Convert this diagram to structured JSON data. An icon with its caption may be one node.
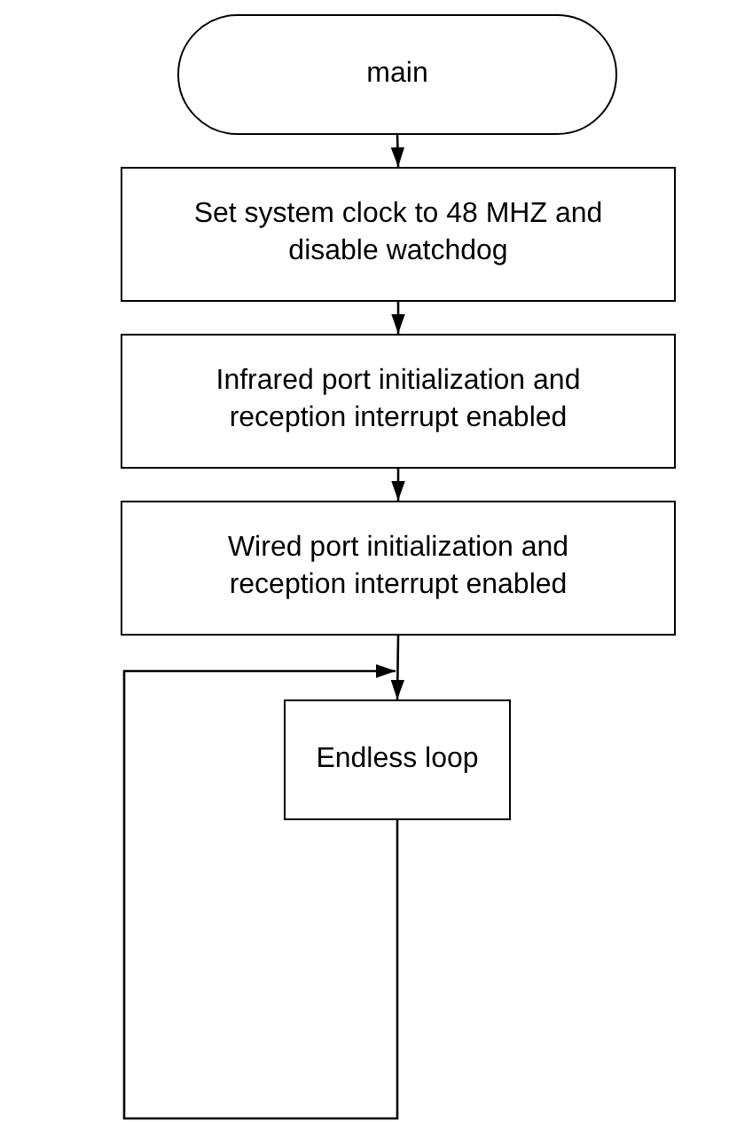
{
  "diagram": {
    "nodes": [
      {
        "text": [
          "main"
        ]
      },
      {
        "text": [
          "Set system clock to 48 MHZ and disable watchdog"
        ]
      },
      {
        "text": [
          "Infrared port initialization and reception interrupt enabled"
        ]
      },
      {
        "text": [
          "Wired port initialization and reception interrupt enabled"
        ]
      },
      {
        "text": [
          "Endless loop"
        ]
      }
    ],
    "edges": [
      {
        "from": 0,
        "to": 1,
        "arrow": "to"
      },
      {
        "from": 1,
        "to": 2,
        "arrow": "to"
      },
      {
        "from": 2,
        "to": 3,
        "arrow": "to"
      },
      {
        "from": 3,
        "to": 4,
        "arrow": "to"
      },
      {
        "from": 4,
        "to": 4,
        "arrow": "to"
      }
    ]
  }
}
